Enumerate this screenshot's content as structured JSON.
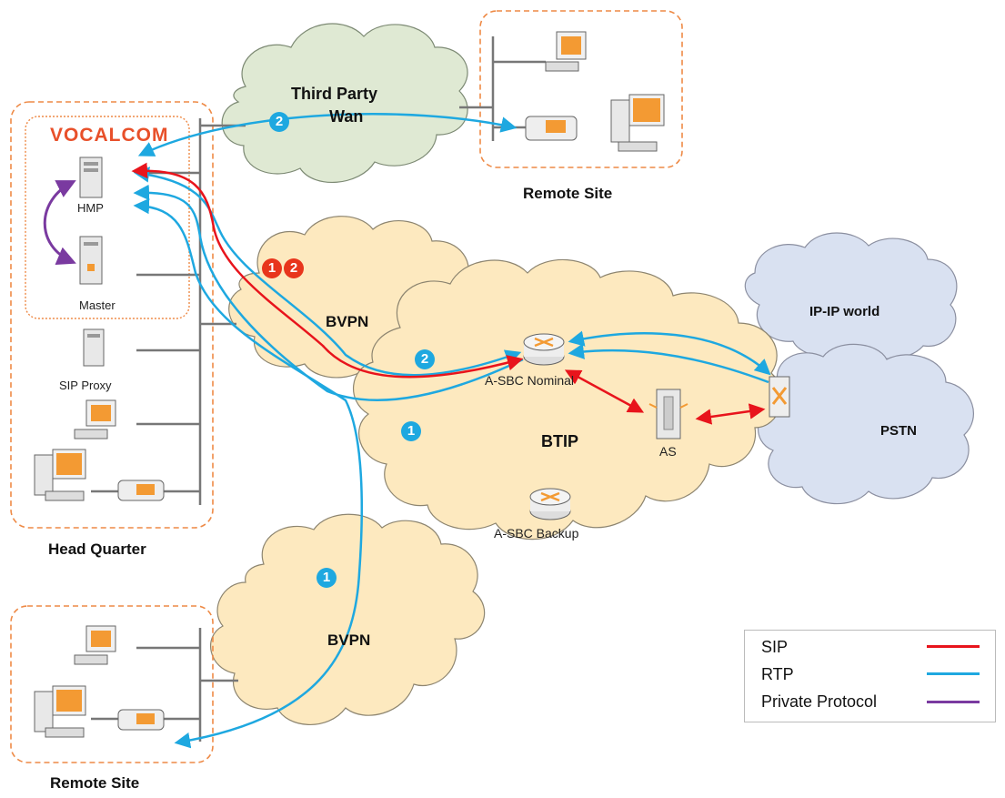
{
  "logo": "VOCALCOM",
  "sites": {
    "head_quarter": "Head Quarter",
    "remote_site_top": "Remote Site",
    "remote_site_bottom": "Remote Site"
  },
  "clouds": {
    "third_party_wan_line1": "Third Party",
    "third_party_wan_line2": "Wan",
    "bvpn_top": "BVPN",
    "bvpn_bottom": "BVPN",
    "btip": "BTIP",
    "ip_world": "IP-IP world",
    "pstn": "PSTN"
  },
  "nodes": {
    "hmp": "HMP",
    "master": "Master",
    "sip_proxy": "SIP Proxy",
    "asbc_nominal": "A-SBC Nominal",
    "asbc_backup": "A-SBC Backup",
    "as": "AS"
  },
  "badges": {
    "wan": "2",
    "bvpn_pair_1": "1",
    "bvpn_pair_2": "2",
    "rtp_2": "2",
    "rtp_1": "1",
    "rtp_1_lower": "1"
  },
  "legend": {
    "items": [
      {
        "label": "SIP",
        "color": "#e8141c"
      },
      {
        "label": "RTP",
        "color": "#1ea8e0"
      },
      {
        "label": "Private Protocol",
        "color": "#7a3aa0"
      }
    ]
  },
  "colors": {
    "cloud_yellow": "#fde9bf",
    "cloud_green": "#dfe9d3",
    "cloud_blue": "#d9e1f1",
    "site_border": "#ee8a46",
    "badge_blue": "#1ea8e0",
    "badge_red": "#e8351c"
  }
}
